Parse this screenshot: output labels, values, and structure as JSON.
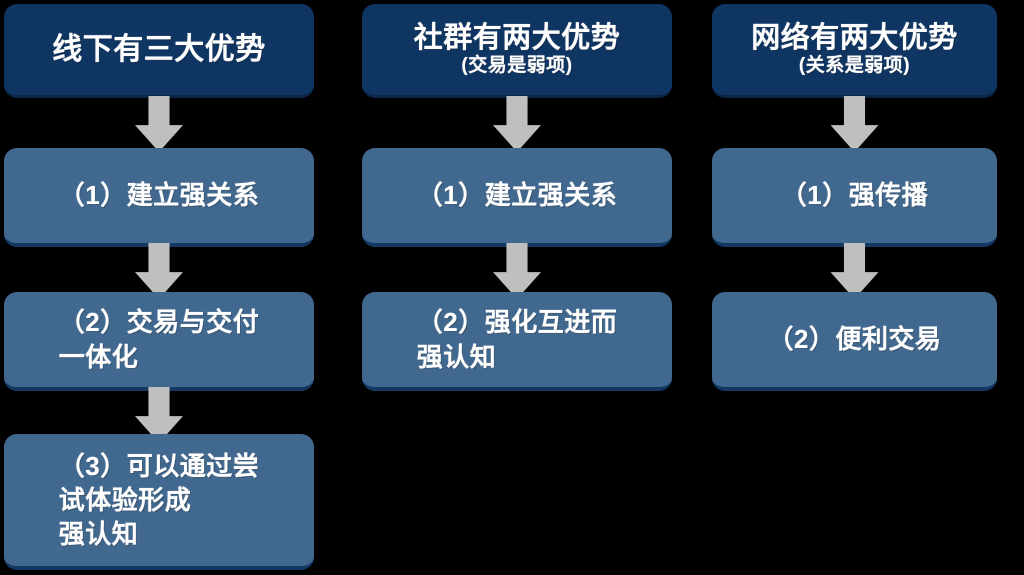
{
  "diagram": {
    "background_color": "#000000",
    "header_color": "#0F3563",
    "step_color": "#41688F",
    "arrow_color": "#BFBFBF",
    "text_color": "#FFFFFF",
    "columns": [
      {
        "id": "offline",
        "header": {
          "title": "线下有三大优势",
          "subtitle": ""
        },
        "steps": [
          {
            "label": "（1）建立强关系",
            "align": "center"
          },
          {
            "label": "（2）交易与交付\n一体化",
            "align": "hanging"
          },
          {
            "label": "（3）可以通过尝\n试体验形成\n强认知",
            "align": "hanging"
          }
        ],
        "arrows": 3
      },
      {
        "id": "community",
        "header": {
          "title": "社群有两大优势",
          "subtitle": "(交易是弱项)"
        },
        "steps": [
          {
            "label": "（1）建立强关系",
            "align": "center"
          },
          {
            "label": "（2）强化互进而\n强认知",
            "align": "hanging"
          }
        ],
        "arrows": 2
      },
      {
        "id": "network",
        "header": {
          "title": "网络有两大优势",
          "subtitle": "(关系是弱项)"
        },
        "steps": [
          {
            "label": "（1）强传播",
            "align": "center"
          },
          {
            "label": "（2）便利交易",
            "align": "center"
          }
        ],
        "arrows": 2
      }
    ]
  }
}
